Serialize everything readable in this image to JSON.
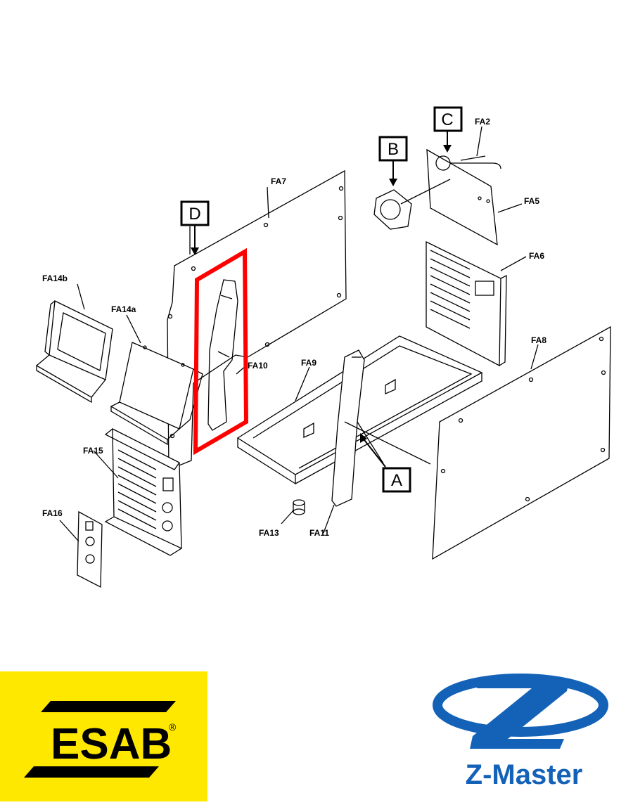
{
  "parts": {
    "fa2": "FA2",
    "fa5": "FA5",
    "fa6": "FA6",
    "fa7": "FA7",
    "fa8": "FA8",
    "fa9": "FA9",
    "fa10": "FA10",
    "fa11": "FA11",
    "fa13": "FA13",
    "fa14a": "FA14a",
    "fa14b": "FA14b",
    "fa15": "FA15",
    "fa16": "FA16"
  },
  "callouts": {
    "a": "A",
    "b": "B",
    "c": "C",
    "d": "D"
  },
  "highlight_color": "#ff0000",
  "brands": {
    "esab": {
      "name": "ESAB",
      "mark": "®",
      "bg_color": "#ffe800"
    },
    "zmaster": {
      "name": "Z-Master",
      "color": "#1462b8"
    }
  }
}
